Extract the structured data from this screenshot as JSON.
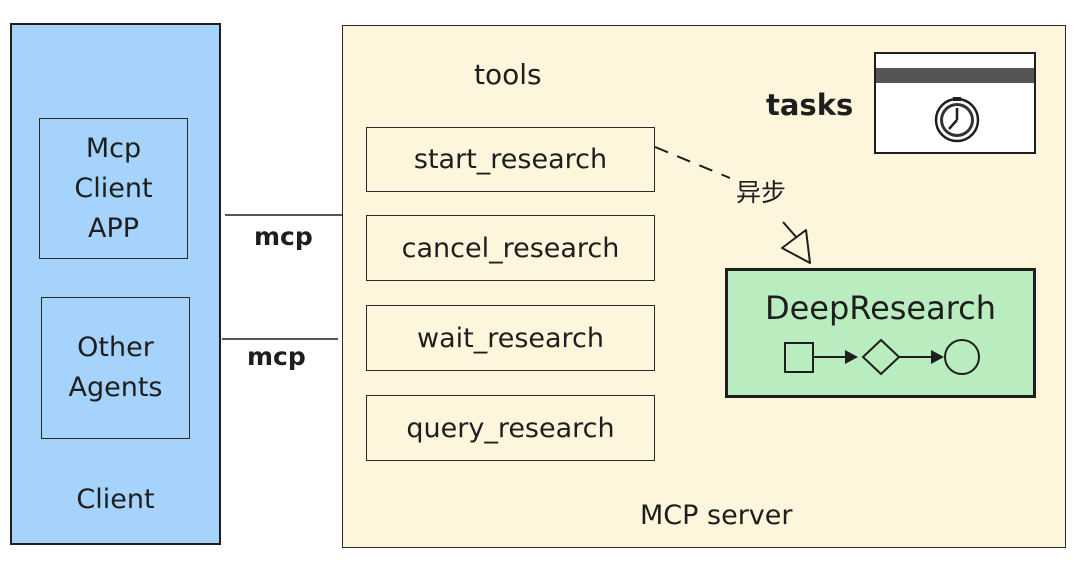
{
  "client": {
    "app_box": [
      "Mcp",
      "Client",
      "APP"
    ],
    "agents_box": [
      "Other",
      "Agents"
    ],
    "title": "Client"
  },
  "connections": {
    "top_label": "mcp",
    "bottom_label": "mcp"
  },
  "server": {
    "tools_heading": "tools",
    "tools": [
      "start_research",
      "cancel_research",
      "wait_research",
      "query_research"
    ],
    "tasks_label": "tasks",
    "async_label": "异步",
    "deep_research_title": "DeepResearch",
    "title": "MCP server"
  },
  "colors": {
    "client_bg": "#a5d3fb",
    "server_bg": "#fdf6dc",
    "deep_research_bg": "#b9ecbf",
    "stroke": "#1e1e1e"
  }
}
